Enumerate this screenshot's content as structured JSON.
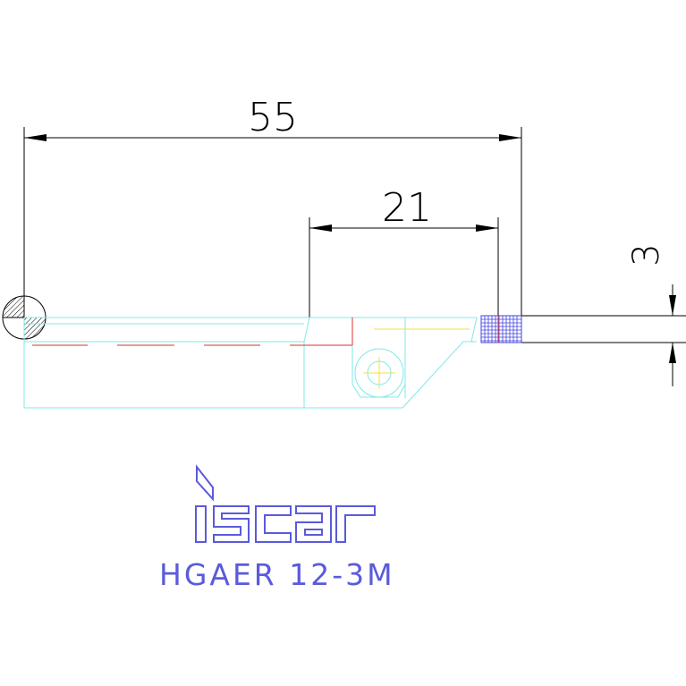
{
  "dimensions": {
    "overall_length": "55",
    "offset_length": "21",
    "cutting_width": "3"
  },
  "brand": {
    "logo_text": "iscar",
    "logo_color": "#5a5adc"
  },
  "product": {
    "model": "HGAER 12-3M"
  },
  "colors": {
    "dimension": "#000000",
    "outline": "#7fe8ea",
    "hidden": "#e03030",
    "centerline": "#f0e040",
    "mesh": "#4040e0",
    "text": "#5a5adc"
  }
}
